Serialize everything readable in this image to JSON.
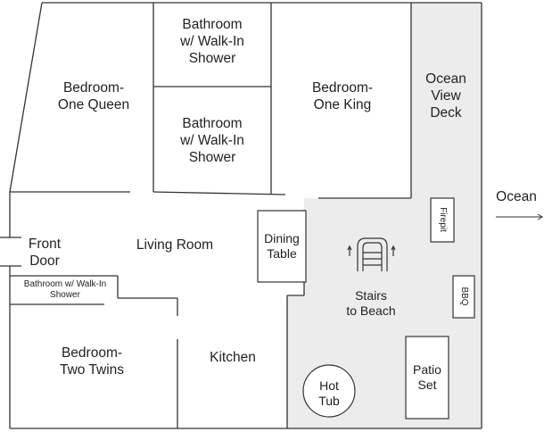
{
  "colors": {
    "deck": "#ececec",
    "wall": "#333333",
    "text": "#222222"
  },
  "rooms": {
    "bedroom_queen": "Bedroom-\nOne Queen",
    "bath_top": "Bathroom\nw/ Walk-In\nShower",
    "bath_middle": "Bathroom\nw/ Walk-In\nShower",
    "bedroom_king": "Bedroom-\nOne King",
    "ocean_view_deck": "Ocean\nView\nDeck",
    "front_door": "Front\nDoor",
    "living_room": "Living Room",
    "dining_table": "Dining\nTable",
    "bath_small": "Bathroom w/ Walk-In\nShower",
    "bedroom_twins": "Bedroom-\nTwo Twins",
    "kitchen": "Kitchen",
    "stairs": "Stairs\nto Beach",
    "hot_tub": "Hot\nTub",
    "patio_set": "Patio\nSet",
    "firepit": "Firepit",
    "bbq": "BBQ"
  },
  "ocean": {
    "label": "Ocean",
    "arrow_icon": "arrow-right-icon"
  }
}
